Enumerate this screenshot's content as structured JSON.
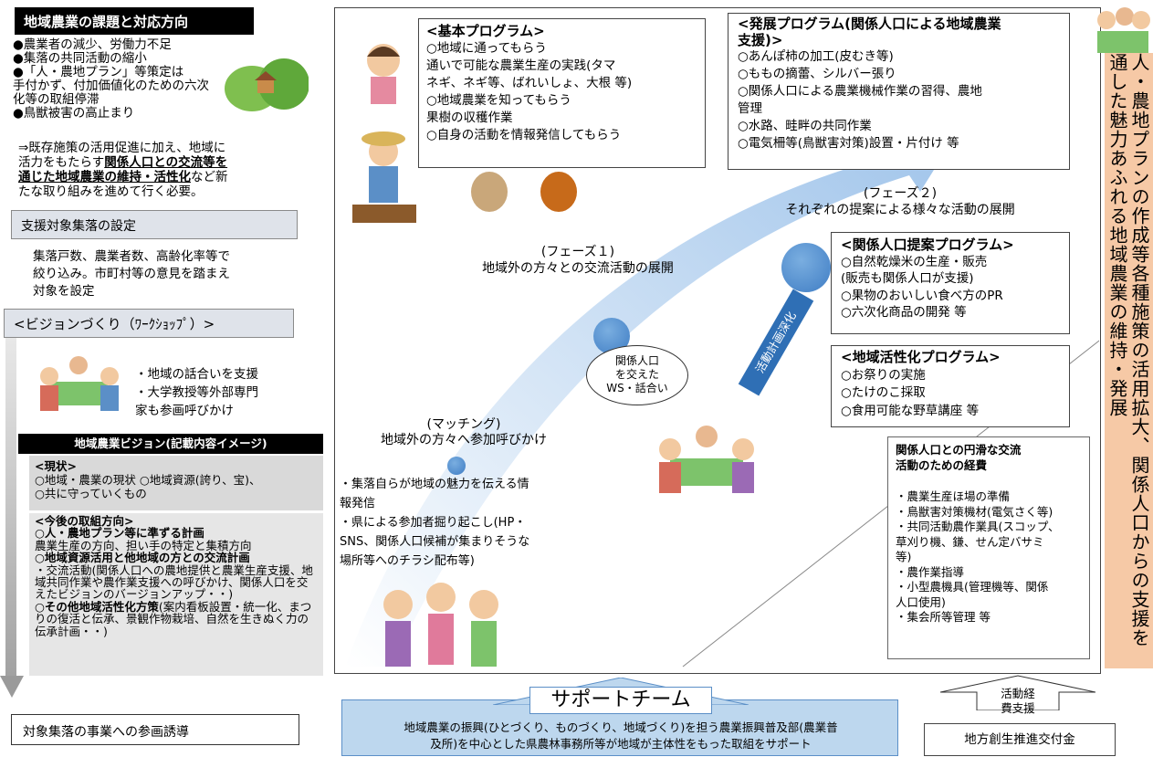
{
  "left": {
    "issues_title": "地域農業の課題と対応方向",
    "issues": [
      "●農業者の減少、労働力不足",
      "●集落の共同活動の縮小",
      "●「人・農地プラン」等策定は\n手付かず、付加価値化のための六次\n化等の取組停滞",
      "●鳥獣被害の高止まり"
    ],
    "issue_note_pre": "⇒既存施策の活用促進に加え、地域に\n活力をもたらす",
    "issue_note_bold": "関係人口との交流等を\n通じた地域農業の維持・活性化",
    "issue_note_post": "など新\nたな取り組みを進めて行く必要。",
    "target_title": "支援対象集落の設定",
    "target_desc": "集落戸数、農業者数、高齢化率等で\n絞り込み。市町村等の意見を踏まえ\n対象を設定",
    "vision_title": "<ビジョンづくり（ﾜｰｸｼｮｯﾌﾟ）>",
    "vision_desc": "・地域の話合いを支援\n・大学教授等外部専門\n家も参画呼びかけ",
    "plan_header": "地域農業ビジョン(記載内容イメージ)",
    "status_head": "<現状>",
    "status_body": "○地域・農業の現状 ○地域資源(誇り、宝)、\n○共に守っていくもの",
    "future_head": "<今後の取組方向>",
    "future_1_bold": "○人・農地プラン等に準ずる計画",
    "future_1": "  農業生産の方向、担い手の特定と集積方向",
    "future_2_bold": "○地域資源活用と他地域の方との交流計画",
    "future_2": "・交流活動(関係人口への農地提供と農業生産支援、地域共同作業や農作業支援への呼びかけ、関係人口を交えたビジョンのバージョンアップ・・)",
    "future_3_bold": "○その他地域活性化方策",
    "future_3": "(案内看板設置・統一化、まつりの復活と伝承、景観作物栽培、自然を生きぬく力の伝承計画・・)",
    "invite": "対象集落の事業への参画誘導"
  },
  "main": {
    "basic_title": "<基本プログラム>",
    "basic_body": "○地域に通ってもらう\n  通いで可能な農業生産の実践(タマ\nネギ、ネギ等、ばれいしょ、大根 等)\n○地域農業を知ってもらう\n  果樹の収穫作業\n○自身の活動を情報発信してもらう",
    "dev_title": "<発展プログラム(関係人口による地域農業\n支援)>",
    "dev_body": "○あんぽ柿の加工(皮むき等)\n○ももの摘蕾、シルバー張り\n○関係人口による農業機械作業の習得、農地\n管理\n○水路、畦畔の共同作業\n○電気柵等(鳥獣害対策)設置・片付け 等",
    "phase2": "(フェーズ２)\nそれぞれの提案による様々な活動の展開",
    "phase1": "(フェーズ１)\n地域外の方々との交流活動の展開",
    "kankei_title": "<関係人口提案プログラム>",
    "kankei_body": "○自然乾燥米の生産・販売\n(販売も関係人口が支援)\n○果物のおいしい食べ方のPR\n○六次化商品の開発 等",
    "chiiki_title": "<地域活性化プログラム>",
    "chiiki_body": "○お祭りの実施\n○たけのこ採取\n○食用可能な野草講座 等",
    "ws_ellipse": "関係人口\nを交えた\nWS・話合い",
    "rotated": "活動計画深化",
    "matching": "(マッチング)\n地域外の方々へ参加呼びかけ",
    "matching_desc": "・集落自らが地域の魅力を伝える情\n報発信\n・県による参加者掘り起こし(HP・\nSNS、関係人口候補が集まりそうな\n場所等へのチラシ配布等)",
    "funds_title": "関係人口との円滑な交流\n活動のための経費",
    "funds_body": "・農業生産ほ場の準備\n・鳥獣害対策機材(電気さく等)\n・共同活動農作業具(スコップ、\n草刈り機、鎌、せん定バサミ\n等)\n・農作業指導\n・小型農機具(管理機等、関係\n人口使用)\n・集会所等管理 等"
  },
  "bottom": {
    "support_title": "サポートチーム",
    "support_desc": "地域農業の振興(ひとづくり、ものづくり、地域づくり)を担う農業振興普及部(農業普\n及所)を中心とした県農林事務所等が地域が主体性をもった取組をサポート",
    "grant_label": "活動経\n費支援",
    "grant_box": "地方創生推進交付金"
  },
  "right": {
    "vertical_main": "人・農地プランの作成等各種施策の活用拡大、関係人口からの支援を通した魅力あふれる地域農業の維持・発展"
  },
  "colors": {
    "accent_blue": "#3f7dc4",
    "panel_peach": "#f6c9a6",
    "support_blue": "#bdd7ee"
  }
}
